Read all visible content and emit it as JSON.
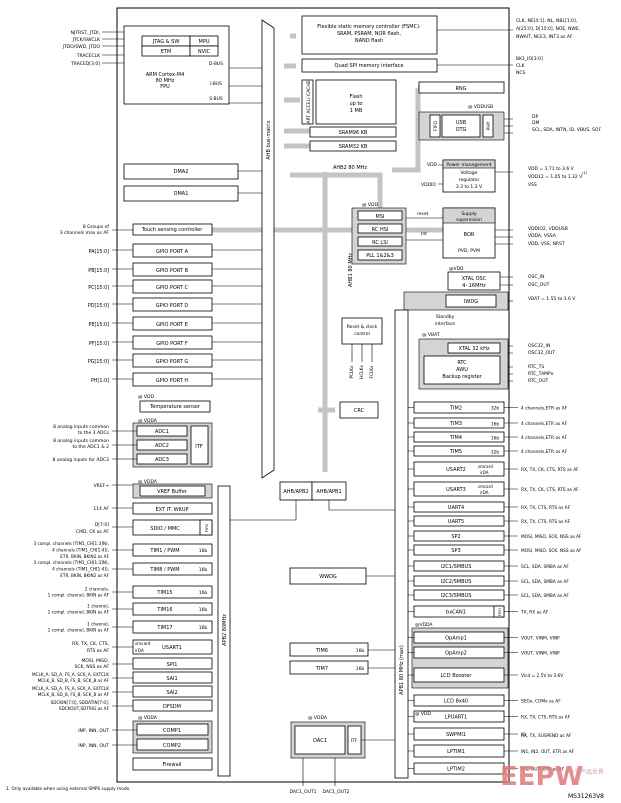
{
  "title": "",
  "core": {
    "jtag_sw": "JTAG & SW",
    "mpu": "MPU",
    "etm": "ETM",
    "nvic": "NVIC",
    "cpu_lines": [
      "ARM Cortex-M4",
      "80 MHz",
      "FPU"
    ],
    "buses": [
      "D-BUS",
      "I-BUS",
      "S-BUS"
    ]
  },
  "left_signals": {
    "jtag": [
      "NJTRST, JTDI,",
      "JTCK/SWCLK",
      "JTDO/SWD, JTDO",
      "TRACECLK",
      "TRACED[3:0]"
    ],
    "touch": [
      "8 Groups of",
      "3 channels max as AF"
    ],
    "ports": [
      "PA[15:0]",
      "PB[15:0]",
      "PC[15:0]",
      "PD[15:0]",
      "PE[15:0]",
      "PF[15:0]",
      "PG[15:0]",
      "PH[1:0]"
    ],
    "adc": [
      "8 analog inputs common",
      "to the 3 ADCs",
      "8 analog inputs common",
      "to the ADC1 & 2",
      "8 analog inputs for ADC3"
    ],
    "vref": "VREF+",
    "exti": "114 AF",
    "sdio": [
      "D[7:0]",
      "CMD, CK as AF"
    ],
    "tim1": [
      "3 compl. channels (TIM1_CH[1:3]N),",
      "4 channels (TIM1_CH[1:4]),",
      "ETR, BKIN, BKIN2 as AF"
    ],
    "tim8": [
      "3 compl. channels (TIM1_CH[1:3]N),",
      "4 channels (TIM1_CH[1:4]),",
      "ETR, BKIN, BKIN2 as AF"
    ],
    "tim15": [
      "2 channels,",
      "1 compl. channel, BKIN as AF"
    ],
    "tim16": [
      "1 channel,",
      "1 compl. channel, BKIN as AF"
    ],
    "tim17": [
      "1 channel,",
      "1 compl. channel, BKIN as AF"
    ],
    "usart1": [
      "RX, TX, CK, CTS,",
      "RTS as AF"
    ],
    "spi1": [
      "MOSI, MISO,",
      "SCK, NSS as AF"
    ],
    "sai1": [
      "MCLK_A, SD_A, FS_A, SCK_A, EXTCLK",
      "MCLK_B, SD_B, FS_B, SCK_B as AF"
    ],
    "sai2": [
      "MCLK_A, SD_A, FS_A, SCK_A, EXTCLK",
      "MCLK_B, SD_B, FS_B, SCK_B as AF"
    ],
    "dfsdm": [
      "SDCKIN[7:0], SDDATIN[7:0],",
      "SDCKOUT,SDTRIG as AF"
    ],
    "comp": [
      "INP, INN, OUT",
      "INP, INN, OUT"
    ]
  },
  "left_blocks": {
    "touch": "Touch sensing controller",
    "gpio": [
      "GPIO PORT A",
      "GPIO PORT B",
      "GPIO PORT C",
      "GPIO PORT D",
      "GPIO PORT E",
      "GPIO PORT F",
      "GPIO PORT G",
      "GPIO PORT H"
    ],
    "vdd_label": "@ VDD",
    "temp": "Temperature sensor",
    "vdda_label": "@ VDDA",
    "adcs": [
      "ADC1",
      "ADC2",
      "ADC3"
    ],
    "itf": "ITF",
    "vref_buffer": "VREF Buffer",
    "exti": "EXT IT. WKUP",
    "sdmmc": "SDIO / MMC",
    "fifo": "FIFO",
    "timers": [
      "TIM1 / PWM",
      "TIM8 / PWM",
      "TIM15",
      "TIM16",
      "TIM17"
    ],
    "timer_bits": [
      "16b",
      "16b",
      "16b",
      "16b",
      "16b"
    ],
    "usart1": "USART1",
    "smcard": "smcard",
    "irda": "irDA",
    "spi1": "SPI1",
    "sai1": "SAI1",
    "sai2": "SAI2",
    "dfsdm": "DFSDM",
    "comp1": "COMP1",
    "comp2": "COMP2",
    "firewall": "Firewall"
  },
  "center": {
    "bus_matrix": "AHB bus-matrix",
    "dma2": "DMA2",
    "dma1": "DMA1",
    "art": "ART ACCEL/ CACHE",
    "flash": [
      "Flash",
      "up to",
      "1 MB"
    ],
    "sram96": "SRAM96 KB",
    "sram32": "SRAM32 KB",
    "ahb1_freq": "AHB1 80 MHz",
    "ahb2_freq": "AHB2 80 MHz",
    "rcc": [
      "Reset & clock",
      "control"
    ],
    "clk_out": [
      "PCLKx",
      "HCLKx",
      "FCLKx"
    ],
    "crc": "CRC",
    "ahbapb2": "AHB/APB2",
    "ahbapb1": "AHB/APB1",
    "wwdg": "WWDG",
    "tim6": "TIM6",
    "tim7": "TIM7",
    "tim67_bits": [
      "16b",
      "16b"
    ],
    "apb2_freq": "APB2 80MHz",
    "apb1_freq": "APB1 80 MHz (max)",
    "dac_vdda": "@ VDDA",
    "dac1": "DAC1",
    "dac_itf": "ITF",
    "dac_out": [
      "DAC1_OUT1",
      "DAC1_OUT2"
    ]
  },
  "top": {
    "fsmc": [
      "Flexible static memory controller (FSMC):",
      "SRAM, PSRAM, NOR flash,",
      "NAND flash"
    ],
    "quadspi": "Quad SPI memory interface",
    "fsmc_sig": [
      "CLK, NE[4:1], NL, NBL[1:0],",
      "A[25:0], D[15:0], NOE, NWE,",
      "NWAIT, NCE3, INT3 as AF"
    ],
    "qspi_sig": [
      "BK1_IO[3:0]",
      "CLK",
      "NCS"
    ],
    "rng": "RNG",
    "vddusb": "@ VDDUSB",
    "usb": [
      "USB",
      "OTG"
    ],
    "fifo": "FIFO",
    "phy": "PHY",
    "usb_sig": [
      "DP",
      "DM",
      "SCL, SDA, INTN, ID, VBUS, SOF"
    ],
    "pm": [
      "Power management",
      "Voltage",
      "regulator",
      "3.3 to 1.2 V"
    ],
    "vdd": "VDD",
    "vddio": "VDDIO",
    "pm_sig": [
      "VDD = 1.71 to 3.6 V",
      "VDD12 = 1.05 to 1.32 V",
      "VSS"
    ],
    "pm_sup": "(1)",
    "vdd_top": "@ VDD",
    "reset_lbl": "reset",
    "int_lbl": "Int",
    "clocks": [
      "MSI",
      "RC HSI",
      "RC LSI",
      "PLL 1&2&3"
    ],
    "supply": [
      "Supply",
      "supervision",
      "BOR",
      "PVD, PVM"
    ],
    "supply_sig": [
      "VDDIO2, VDDUSB",
      "VDDA, VSSA",
      "VDD, VSS, NRST"
    ],
    "xtal_osc": [
      "XTAL OSC",
      "4- 16MHz"
    ],
    "xtal_vdd": "@VDD",
    "osc_sig": [
      "OSC_IN",
      "OSC_OUT"
    ],
    "iwdg": "IWDG",
    "vbat": "VBAT = 1.55 to 3.6 V",
    "standby": [
      "Standby",
      "interface"
    ],
    "vbat_lbl": "@ VBAT",
    "xtal32": "XTAL 32 kHz",
    "rtc": [
      "RTC",
      "AWU",
      "Backup register"
    ],
    "rtc_sig": [
      "OSC32_IN",
      "OSC32_OUT",
      "RTC_TS",
      "RTC_TAMPx",
      "RTC_OUT"
    ]
  },
  "right": {
    "blocks": [
      "TIM2",
      "TIM3",
      "TIM4",
      "TIM5",
      "USART2",
      "USART3",
      "UART4",
      "UART5",
      "SP2",
      "SP3",
      "I2C1/SMBUS",
      "I2C2/SMBUS",
      "I2C3/SMBUS",
      "bxCAN1",
      "OpAmp1",
      "OpAmp2",
      "LCD Booster",
      "LCD 8x40",
      "LPUART1",
      "SWPMI1",
      "LPTIM1",
      "LPTIM2"
    ],
    "bits": [
      "32b",
      "16b",
      "16b",
      "32b"
    ],
    "smcard": "smcard",
    "irda": "irDA",
    "fifo": "FIFO",
    "vdda": "@VDDA",
    "vdd": "@ VDD",
    "signals": [
      "4 channels,ETR as AF",
      "4 channels,ETR as AF",
      "4 channels,ETR as AF",
      "4 channels,ETR as AF",
      "RX, TX, CK, CTS, RTS as AF",
      "RX, TX, CK, CTS, RTS as AF",
      "RX, TX, CTS, RTS as AF",
      "RX, TX, CTS, RTS as AF",
      "MOSI, MISO, SCK, NSS as AF",
      "MOSI, MISO, SCK, NSS as AF",
      "SCL, SDA, SMBA as AF",
      "SCL, SDA, SMBA as AF",
      "SCL, SDA, SMBA as AF",
      "TX, RX as AF",
      "VOUT, VINM, VINP",
      "VOUT, VINM, VINP",
      "Vlcd = 2.5V to 3.6V",
      "SEGx, COMx as AF",
      "RX, TX, CTS, RTS as AF",
      "IO",
      "IN1, IN2, OUT, ETR as AF",
      "IN1, OUT, ETR as AF"
    ],
    "swpmi_extra": "RX, TX, SUSPEND as AF"
  },
  "footnote": "1. Only available when using external SMPS supply mode.",
  "ref": "MS31263V8",
  "watermark": "EEPW",
  "watermark_cn": "电子产品世界"
}
